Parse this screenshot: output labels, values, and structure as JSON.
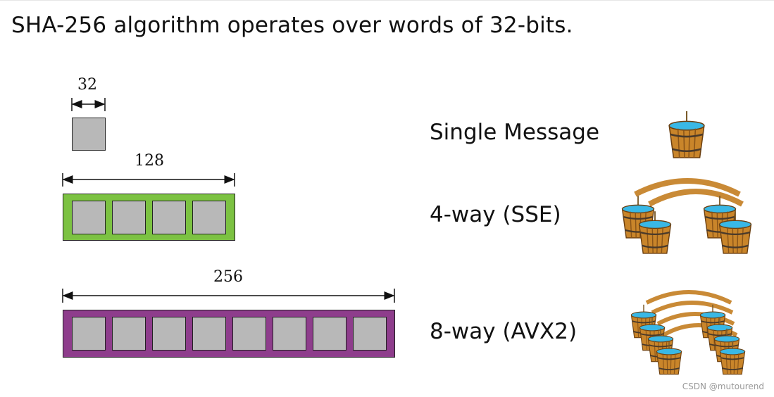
{
  "title": "SHA-256 algorithm operates over words of 32-bits.",
  "widths": {
    "w32": "32",
    "w128": "128",
    "w256": "256"
  },
  "labels": {
    "single": "Single Message",
    "sse": "4-way (SSE)",
    "avx2": "8-way (AVX2)"
  },
  "colors": {
    "cell": "#b8b8b8",
    "sse_bar": "#7cc242",
    "avx2_bar": "#8e3d8c",
    "bucket_wood": "#c9852a",
    "bucket_water": "#39b8e6"
  },
  "icons": [
    "bucket-icon",
    "four-buckets-icon",
    "eight-buckets-icon"
  ],
  "watermark": "CSDN @mutourend"
}
